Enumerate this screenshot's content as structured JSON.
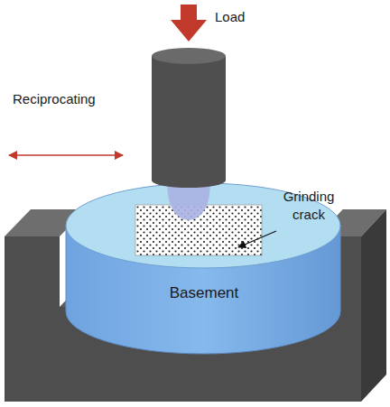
{
  "diagram": {
    "nodes": [
      {
        "text": [
          "Basement"
        ]
      }
    ],
    "edges": [],
    "labels": [
      "Load",
      "Reciprocating",
      "Grinding crack"
    ]
  }
}
